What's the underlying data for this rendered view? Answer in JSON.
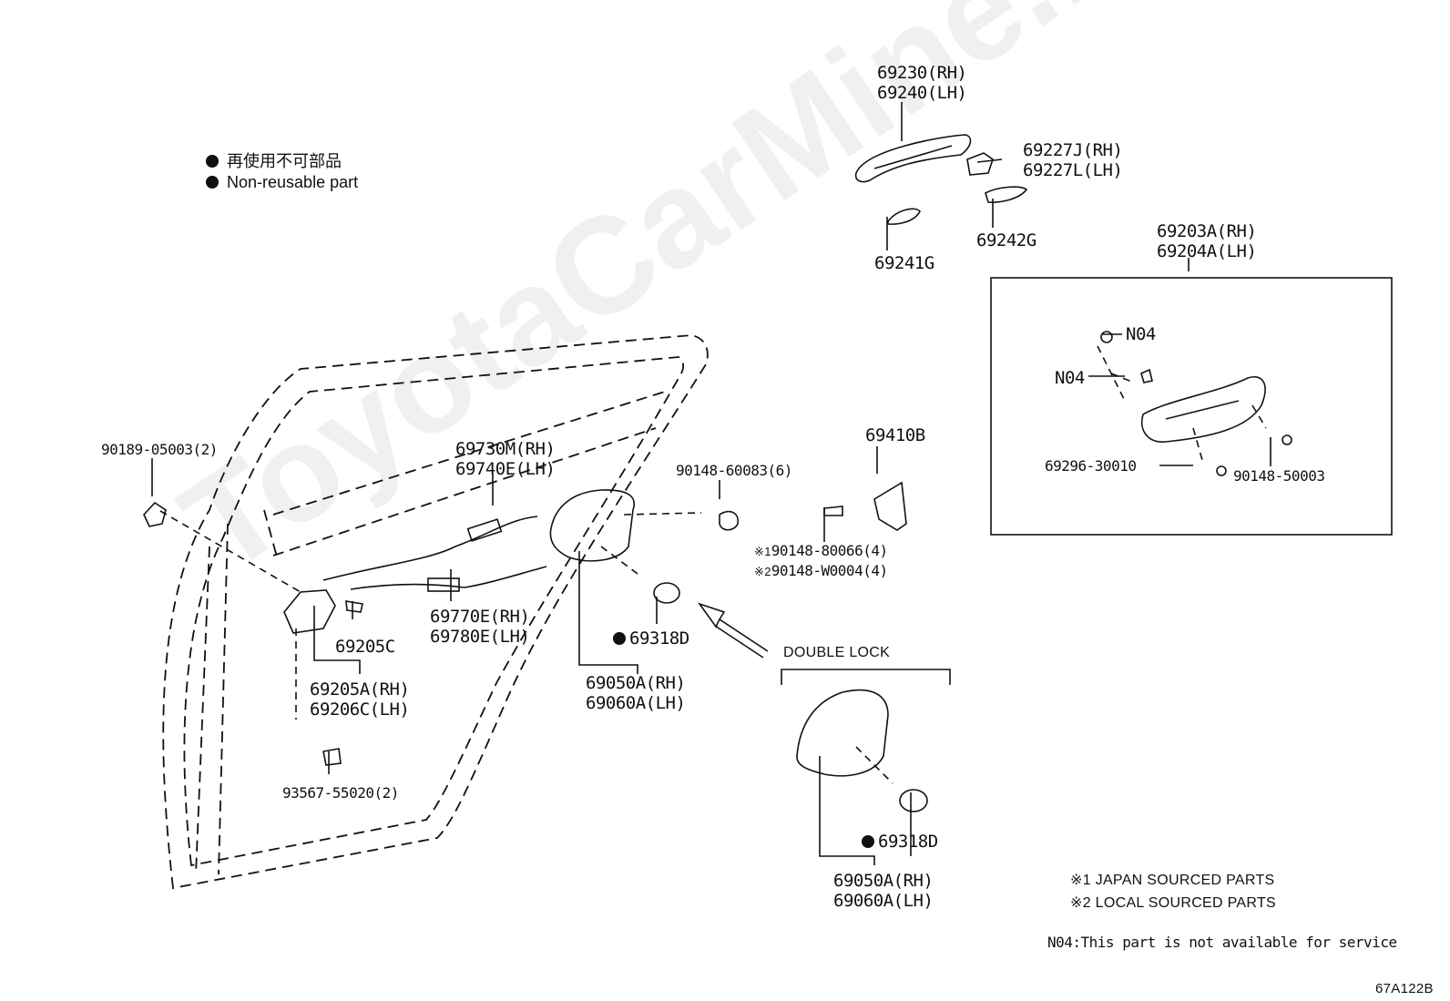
{
  "legend": {
    "jp": "再使用不可部品",
    "en": "Non-reusable part"
  },
  "parts": {
    "p69230": "69230(RH)",
    "p69240": "69240(LH)",
    "p69227j": "69227J(RH)",
    "p69227l": "69227L(LH)",
    "p69241g": "69241G",
    "p69242g": "69242G",
    "p69203a": "69203A(RH)",
    "p69204a": "69204A(LH)",
    "n04_top": "N04",
    "n04_left": "N04",
    "p69296": "69296-30010",
    "p90148_50003": "90148-50003",
    "p90189": "90189-05003(2)",
    "p69730m": "69730M(RH)",
    "p69740e": "69740E(LH)",
    "p90148_60083": "90148-60083(6)",
    "p69410b": "69410B",
    "p90148_80066": "90148-80066(4)",
    "p90148_w0004": "90148-W0004(4)",
    "mark1": "※1",
    "mark2": "※2",
    "p69770e": "69770E(RH)",
    "p69780e": "69780E(LH)",
    "p69205c": "69205C",
    "p69318d": "69318D",
    "p69205a": "69205A(RH)",
    "p69206c": "69206C(LH)",
    "p69050a": "69050A(RH)",
    "p69060a": "69060A(LH)",
    "p93567": "93567-55020(2)",
    "double_lock": "DOUBLE LOCK",
    "dl_69318d": "69318D",
    "dl_69050a": "69050A(RH)",
    "dl_69060a": "69060A(LH)"
  },
  "notes": {
    "japan": "※1  JAPAN SOURCED PARTS",
    "local": "※2  LOCAL SOURCED PARTS",
    "n04_note": "N04:This part is not available for service",
    "diagram_code": "67A122B"
  },
  "watermark": "ToyotaCarMine.ru",
  "colors": {
    "line": "#111111",
    "background": "#ffffff"
  }
}
